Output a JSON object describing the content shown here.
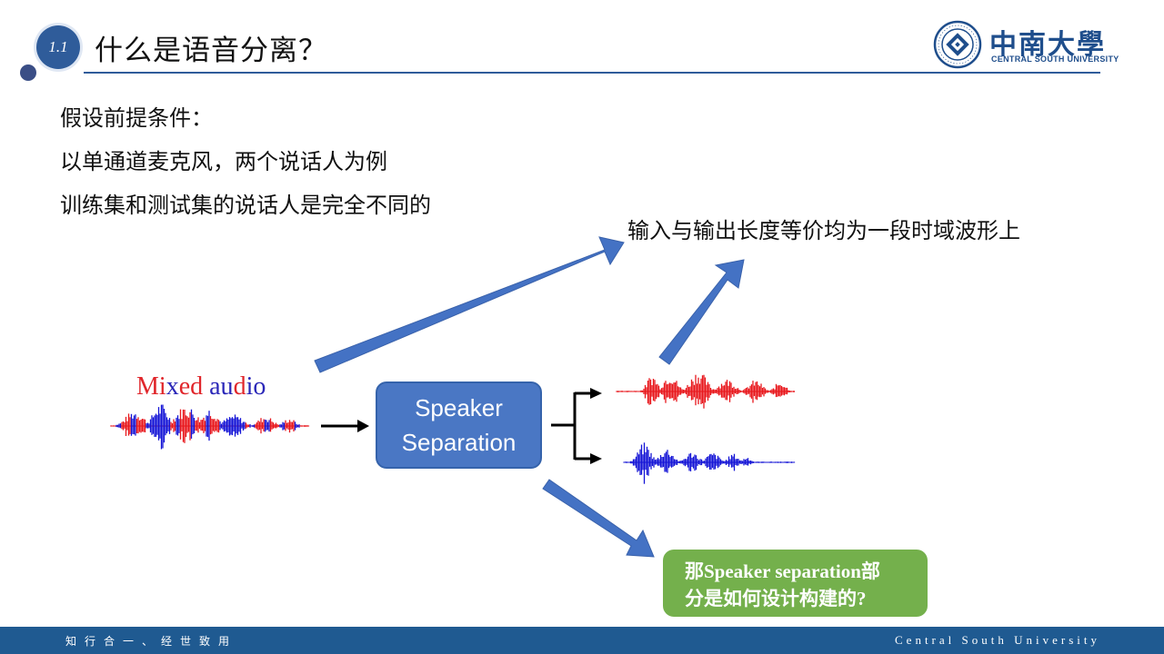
{
  "header": {
    "section_number": "1.1",
    "title": "什么是语音分离？"
  },
  "logo": {
    "name_cn": "中南大學",
    "name_en": "CENTRAL SOUTH UNIVERSITY"
  },
  "bullets": [
    "假设前提条件：",
    "以单通道麦克风，两个说话人为例",
    "训练集和测试集的说话人是完全不同的"
  ],
  "diagram": {
    "io_note": "输入与输出长度等价均为一段时域波形上",
    "mixed_audio_label": {
      "part1": "Mi",
      "part2": "x",
      "part3": "ed ",
      "part4": "au",
      "part5": "d",
      "part6": "io"
    },
    "separator_box": {
      "line1": "Speaker",
      "line2": "Separation"
    },
    "question_box": {
      "line1": "那Speaker separation部",
      "line2": "分是如何设计构建的?"
    },
    "colors": {
      "arrow_blue": "#4472c4",
      "speaker1_red": "#e8171c",
      "speaker2_blue": "#1414d6",
      "box_blue": "#4a77c4",
      "box_green": "#74b04c"
    }
  },
  "footer": {
    "motto": "知行合一、经世致用",
    "university_en": "Central South University"
  }
}
